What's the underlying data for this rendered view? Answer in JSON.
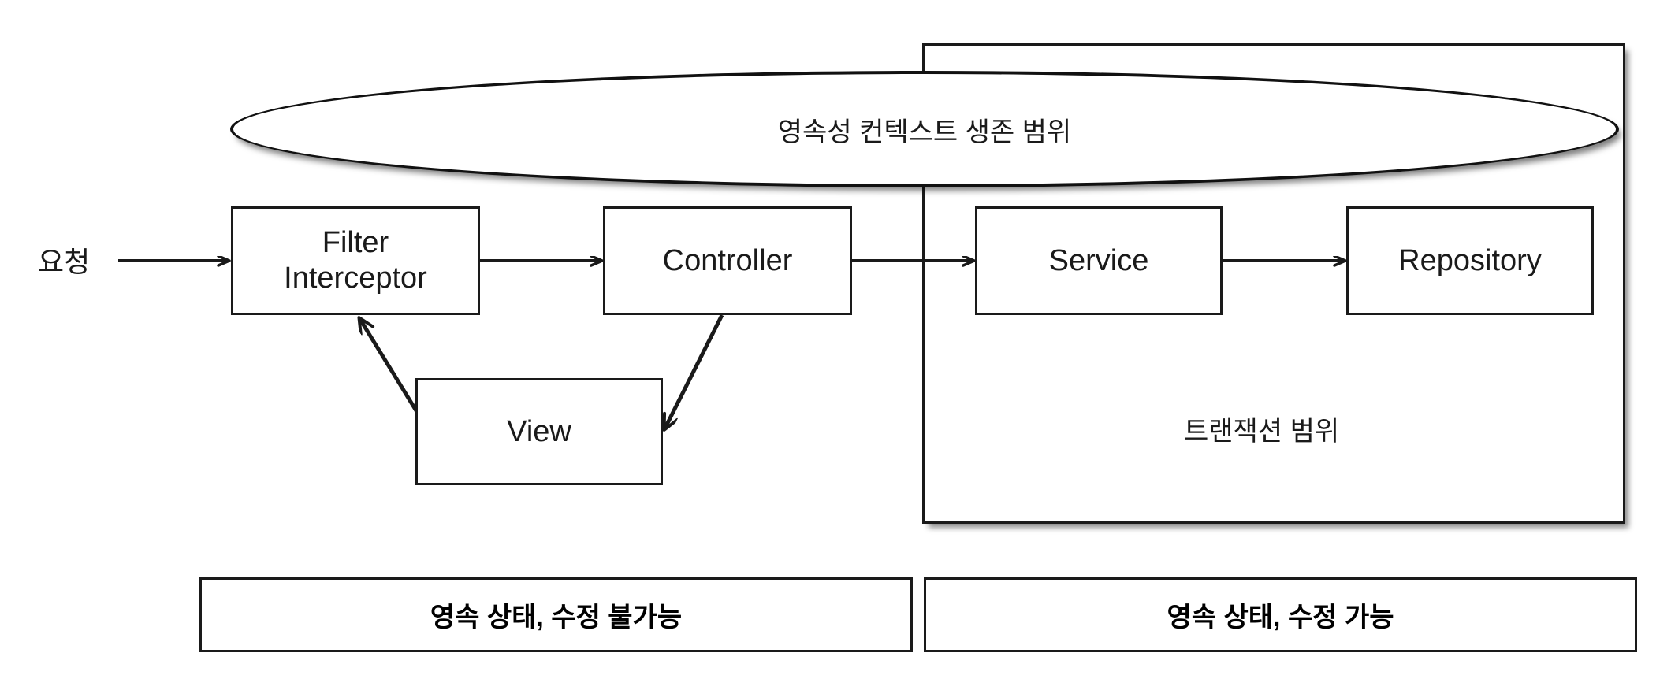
{
  "diagram": {
    "title_text_in_ellipse": "영속성 컨텍스트 생존 범위",
    "transaction_scope_label": "트랜잭션 범위",
    "request_label": "요청",
    "nodes": [
      {
        "id": "filter",
        "label": "Filter\nInterceptor"
      },
      {
        "id": "controller",
        "label": "Controller"
      },
      {
        "id": "service",
        "label": "Service"
      },
      {
        "id": "repository",
        "label": "Repository"
      },
      {
        "id": "view",
        "label": "View"
      }
    ],
    "legend": [
      {
        "id": "left",
        "label": "영속 상태, 수정 불가능"
      },
      {
        "id": "right",
        "label": "영속 상태, 수정 가능"
      }
    ],
    "colors": {
      "stroke": "#1a1a1a",
      "background": "#ffffff",
      "text": "#1a1a1a"
    }
  }
}
